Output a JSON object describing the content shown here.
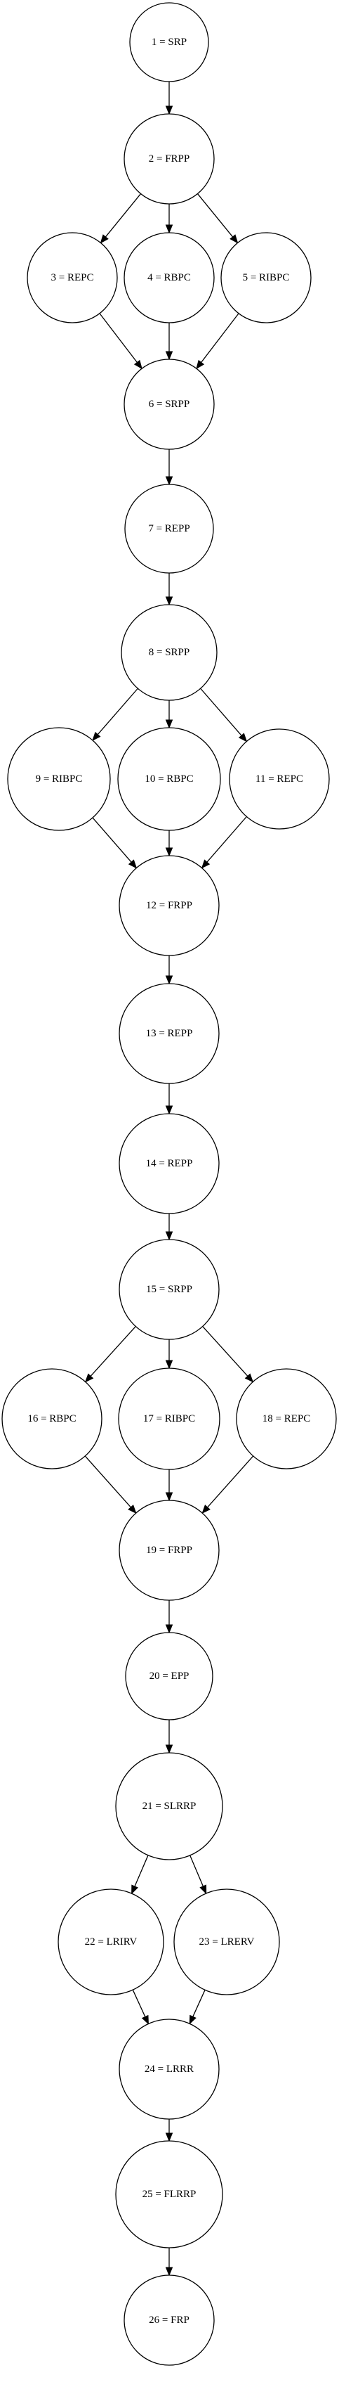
{
  "diagram": {
    "nodes": [
      {
        "id": "1",
        "label": "1 = SRP"
      },
      {
        "id": "2",
        "label": "2 = FRPP"
      },
      {
        "id": "3",
        "label": "3 = REPC"
      },
      {
        "id": "4",
        "label": "4 = RBPC"
      },
      {
        "id": "5",
        "label": "5 = RIBPC"
      },
      {
        "id": "6",
        "label": "6 = SRPP"
      },
      {
        "id": "7",
        "label": "7 = REPP"
      },
      {
        "id": "8",
        "label": "8 = SRPP"
      },
      {
        "id": "9",
        "label": "9 = RIBPC"
      },
      {
        "id": "10",
        "label": "10 = RBPC"
      },
      {
        "id": "11",
        "label": "11 = REPC"
      },
      {
        "id": "12",
        "label": "12 = FRPP"
      },
      {
        "id": "13",
        "label": "13 = REPP"
      },
      {
        "id": "14",
        "label": "14 = REPP"
      },
      {
        "id": "15",
        "label": "15 = SRPP"
      },
      {
        "id": "16",
        "label": "16 = RBPC"
      },
      {
        "id": "17",
        "label": "17 = RIBPC"
      },
      {
        "id": "18",
        "label": "18 = REPC"
      },
      {
        "id": "19",
        "label": "19 = FRPP"
      },
      {
        "id": "20",
        "label": "20 = EPP"
      },
      {
        "id": "21",
        "label": "21 = SLRRP"
      },
      {
        "id": "22",
        "label": "22 = LRIRV"
      },
      {
        "id": "23",
        "label": "23 = LRERV"
      },
      {
        "id": "24",
        "label": "24 = LRRR"
      },
      {
        "id": "25",
        "label": "25 = FLRRP"
      },
      {
        "id": "26",
        "label": "26 = FRP"
      }
    ],
    "edges": [
      {
        "from": "1",
        "to": "2"
      },
      {
        "from": "2",
        "to": "3"
      },
      {
        "from": "2",
        "to": "4"
      },
      {
        "from": "2",
        "to": "5"
      },
      {
        "from": "3",
        "to": "6"
      },
      {
        "from": "4",
        "to": "6"
      },
      {
        "from": "5",
        "to": "6"
      },
      {
        "from": "6",
        "to": "7"
      },
      {
        "from": "7",
        "to": "8"
      },
      {
        "from": "8",
        "to": "9"
      },
      {
        "from": "8",
        "to": "10"
      },
      {
        "from": "8",
        "to": "11"
      },
      {
        "from": "9",
        "to": "12"
      },
      {
        "from": "10",
        "to": "12"
      },
      {
        "from": "11",
        "to": "12"
      },
      {
        "from": "12",
        "to": "13"
      },
      {
        "from": "13",
        "to": "14"
      },
      {
        "from": "14",
        "to": "15"
      },
      {
        "from": "15",
        "to": "16"
      },
      {
        "from": "15",
        "to": "17"
      },
      {
        "from": "15",
        "to": "18"
      },
      {
        "from": "16",
        "to": "19"
      },
      {
        "from": "17",
        "to": "19"
      },
      {
        "from": "18",
        "to": "19"
      },
      {
        "from": "19",
        "to": "20"
      },
      {
        "from": "20",
        "to": "21"
      },
      {
        "from": "21",
        "to": "22"
      },
      {
        "from": "21",
        "to": "23"
      },
      {
        "from": "22",
        "to": "24"
      },
      {
        "from": "23",
        "to": "24"
      },
      {
        "from": "24",
        "to": "25"
      },
      {
        "from": "25",
        "to": "26"
      }
    ]
  }
}
